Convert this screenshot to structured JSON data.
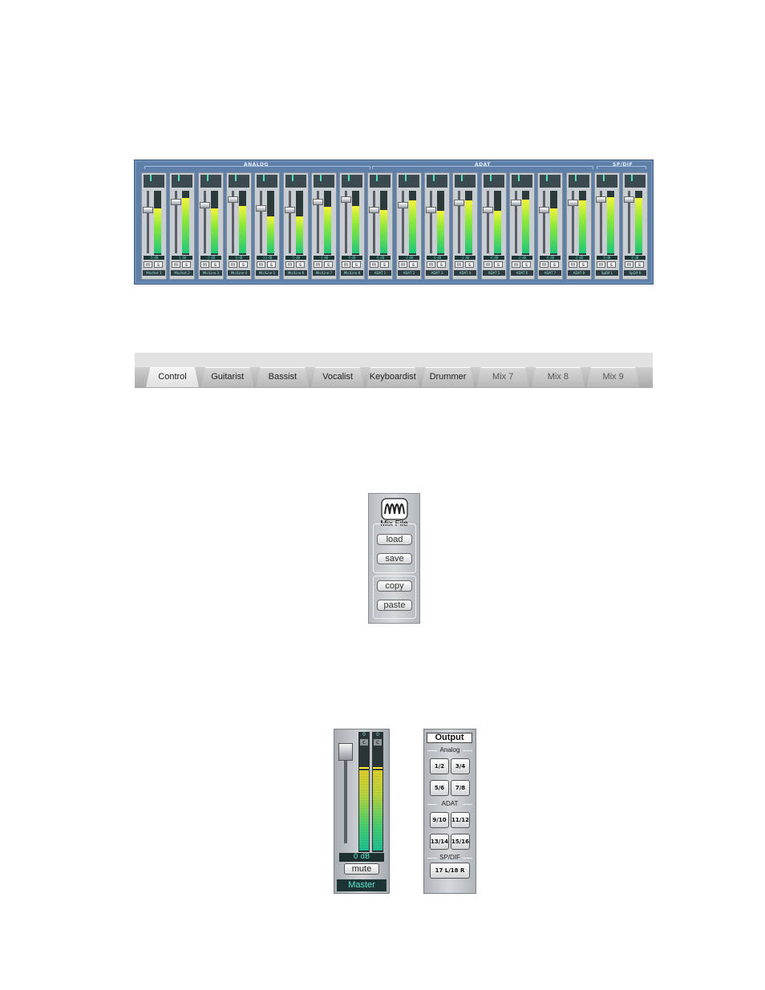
{
  "mixer": {
    "groups": [
      {
        "label": "ANALOG"
      },
      {
        "label": "ADAT"
      },
      {
        "label": "SP/DIF"
      }
    ],
    "channels": [
      {
        "name": "Mic/Inst 1",
        "db": "-5 dB",
        "mute": "m",
        "solo": "s",
        "fader": 0.72,
        "level": 0.7
      },
      {
        "name": "Mic/Inst 2",
        "db": "-1 dB",
        "mute": "m",
        "solo": "s",
        "fader": 0.86,
        "level": 0.86
      },
      {
        "name": "Mic/Line 3",
        "db": "-3 dB",
        "mute": "m",
        "solo": "s",
        "fader": 0.8,
        "level": 0.7
      },
      {
        "name": "Mic/Line 4",
        "db": "0 dB",
        "mute": "m",
        "solo": "s",
        "fader": 0.9,
        "level": 0.74
      },
      {
        "name": "Mic/Line 5",
        "db": "-13 dB",
        "mute": "m",
        "solo": "s",
        "fader": 0.74,
        "level": 0.58
      },
      {
        "name": "Mic/Line 6",
        "db": "-5 dB",
        "mute": "m",
        "solo": "s",
        "fader": 0.72,
        "level": 0.58
      },
      {
        "name": "Mic/Line 7",
        "db": "-1 dB",
        "mute": "m",
        "solo": "s",
        "fader": 0.86,
        "level": 0.72
      },
      {
        "name": "Mic/Line 8",
        "db": "0 dB",
        "mute": "m",
        "solo": "s",
        "fader": 0.9,
        "level": 0.74
      },
      {
        "name": "ADAT 1",
        "db": "-6 dB",
        "mute": "m",
        "solo": "s",
        "fader": 0.72,
        "level": 0.68
      },
      {
        "name": "ADAT 2",
        "db": "-3 dB",
        "mute": "m",
        "solo": "s",
        "fader": 0.8,
        "level": 0.82
      },
      {
        "name": "ADAT 3",
        "db": "-6 dB",
        "mute": "m",
        "solo": "s",
        "fader": 0.72,
        "level": 0.66
      },
      {
        "name": "ADAT 4",
        "db": "-2 dB",
        "mute": "m",
        "solo": "s",
        "fader": 0.84,
        "level": 0.82
      },
      {
        "name": "ADAT 5",
        "db": "-6 dB",
        "mute": "m",
        "solo": "s",
        "fader": 0.72,
        "level": 0.66
      },
      {
        "name": "ADAT 6",
        "db": "-2 dB",
        "mute": "m",
        "solo": "s",
        "fader": 0.84,
        "level": 0.84
      },
      {
        "name": "ADAT 7",
        "db": "-6 dB",
        "mute": "m",
        "solo": "s",
        "fader": 0.72,
        "level": 0.7
      },
      {
        "name": "ADAT 8",
        "db": "-2 dB",
        "mute": "m",
        "solo": "s",
        "fader": 0.84,
        "level": 0.82
      },
      {
        "name": "SpDif L",
        "db": "0 dB",
        "mute": "m",
        "solo": "s",
        "fader": 0.9,
        "level": 0.88
      },
      {
        "name": "SpDif R",
        "db": "0 dB",
        "mute": "m",
        "solo": "s",
        "fader": 0.9,
        "level": 0.86
      }
    ]
  },
  "tabs": [
    {
      "label": "Control",
      "active": true
    },
    {
      "label": "Guitarist"
    },
    {
      "label": "Bassist"
    },
    {
      "label": "Vocalist"
    },
    {
      "label": "Keyboardist"
    },
    {
      "label": "Drummer"
    },
    {
      "label": "Mix 7"
    },
    {
      "label": "Mix 8"
    },
    {
      "label": "Mix 9"
    }
  ],
  "mix_file": {
    "legend": "Mix File",
    "load": "load",
    "save": "save",
    "copy": "copy",
    "paste": "paste"
  },
  "master": {
    "left_top": "0",
    "right_top": "0",
    "clip_left": "c",
    "clip_right": "c",
    "db": "0 dB",
    "mute": "mute",
    "name": "Master",
    "level_left": 0.77,
    "level_right": 0.77,
    "fader": 1.0
  },
  "output": {
    "title": "Output",
    "analog_label": "Analog",
    "adat_label": "ADAT",
    "spdif_label": "SP/DIF",
    "analog": [
      "1/2",
      "3/4",
      "5/6",
      "7/8"
    ],
    "adat": [
      "9/10",
      "11/12",
      "13/14",
      "15/16"
    ],
    "spdif": "17 L/18 R"
  },
  "colors": {
    "panel": "#5d7fa8",
    "meter_top": "#f4f43a",
    "meter_bottom": "#22c878",
    "readout_text": "#5ee8d2"
  }
}
